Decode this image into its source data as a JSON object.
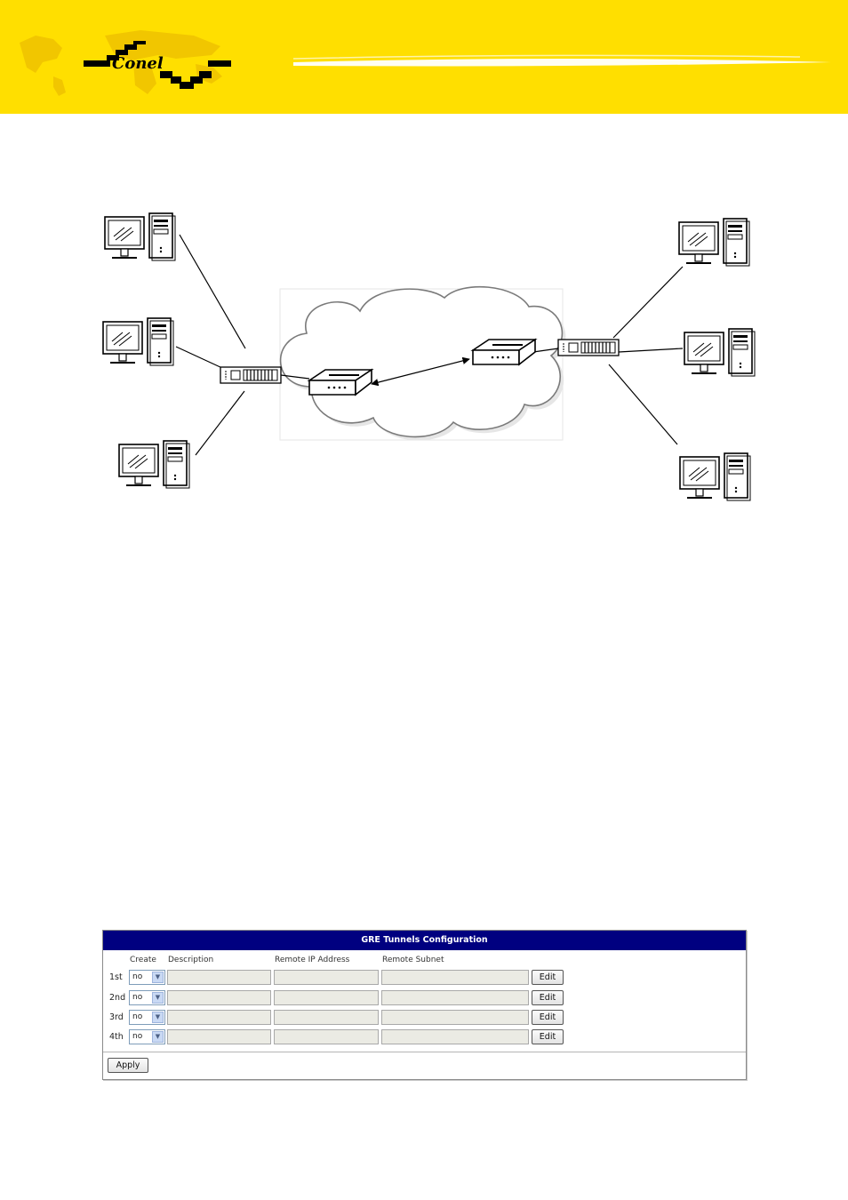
{
  "header": {
    "logo_text": "Conel"
  },
  "gre_config": {
    "title": "GRE Tunnels Configuration",
    "columns": {
      "create": "Create",
      "description": "Description",
      "remote_ip": "Remote IP Address",
      "remote_subnet": "Remote Subnet"
    },
    "rows": [
      {
        "label": "1st",
        "create": "no",
        "description": "",
        "remote_ip": "",
        "remote_subnet": "",
        "edit": "Edit"
      },
      {
        "label": "2nd",
        "create": "no",
        "description": "",
        "remote_ip": "",
        "remote_subnet": "",
        "edit": "Edit"
      },
      {
        "label": "3rd",
        "create": "no",
        "description": "",
        "remote_ip": "",
        "remote_subnet": "",
        "edit": "Edit"
      },
      {
        "label": "4th",
        "create": "no",
        "description": "",
        "remote_ip": "",
        "remote_subnet": "",
        "edit": "Edit"
      }
    ],
    "apply_label": "Apply"
  },
  "colors": {
    "banner": "#ffdf00",
    "panel_title_bg": "#000080",
    "disabled_field": "#ebebe4"
  }
}
